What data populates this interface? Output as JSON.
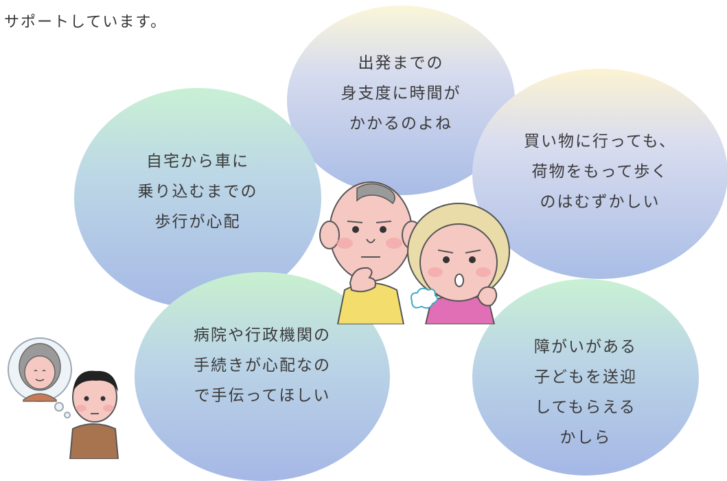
{
  "intro_text": "サポートしています。",
  "bubbles": {
    "time": {
      "lines": [
        "出発までの",
        "身支度に時間が",
        "かかるのよね"
      ]
    },
    "shopping": {
      "lines": [
        "買い物に行っても、",
        "荷物をもって歩く",
        "のはむずかしい"
      ]
    },
    "walking": {
      "lines": [
        "自宅から車に",
        "乗り込むまでの",
        "歩行が心配"
      ]
    },
    "hospital": {
      "lines": [
        "病院や行政機関の",
        "手続きが心配なの",
        "で手伝ってほしい"
      ]
    },
    "children": {
      "lines": [
        "障がいがある",
        "子どもを送迎",
        "してもらえる",
        "かしら"
      ]
    }
  },
  "illustrations": {
    "elderly_couple": "thinking-elderly-couple-illustration",
    "son_thinking": "son-thinking-of-parent-illustration"
  }
}
